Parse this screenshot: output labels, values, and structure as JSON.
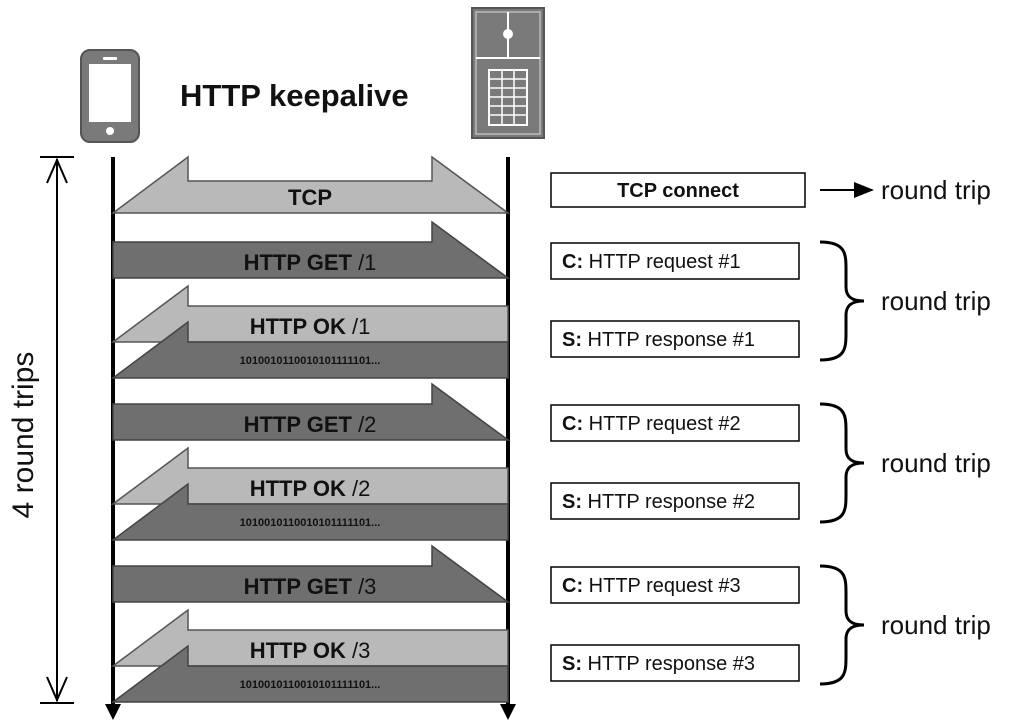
{
  "title": "HTTP keepalive",
  "side_label": "4 round trips",
  "tcp": {
    "arrow_label": "TCP",
    "box_label": "TCP connect",
    "round_trip_label": "round trip"
  },
  "exchanges": [
    {
      "get_label_bold": "HTTP GET",
      "get_label_path": " /1",
      "ok_label_bold": "HTTP OK",
      "ok_label_path": " /1",
      "payload": "1010010110010101111101...",
      "request_prefix": "C:",
      "request_text": " HTTP request #1",
      "response_prefix": "S:",
      "response_text": " HTTP response #1",
      "round_trip_label": "round trip"
    },
    {
      "get_label_bold": "HTTP GET",
      "get_label_path": " /2",
      "ok_label_bold": "HTTP OK",
      "ok_label_path": " /2",
      "payload": "1010010110010101111101...",
      "request_prefix": "C:",
      "request_text": " HTTP request #2",
      "response_prefix": "S:",
      "response_text": " HTTP response #2",
      "round_trip_label": "round trip"
    },
    {
      "get_label_bold": "HTTP GET",
      "get_label_path": " /3",
      "ok_label_bold": "HTTP OK",
      "ok_label_path": " /3",
      "payload": "1010010110010101111101...",
      "request_prefix": "C:",
      "request_text": " HTTP request #3",
      "response_prefix": "S:",
      "response_text": " HTTP response #3",
      "round_trip_label": "round trip"
    }
  ],
  "icons": {
    "client": "smartphone-icon",
    "server": "server-icon"
  },
  "colors": {
    "light_arrow": "#b9b9b9",
    "dark_arrow": "#6f6f6f",
    "device": "#7a7a7a",
    "line": "#000000"
  }
}
